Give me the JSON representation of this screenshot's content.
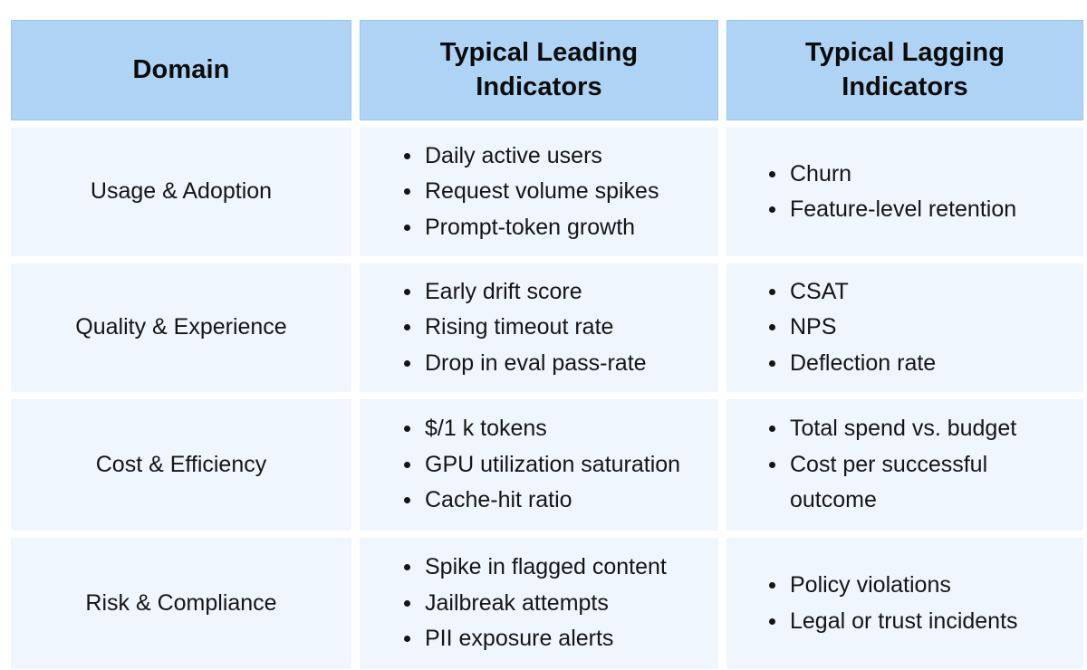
{
  "table": {
    "columns": [
      {
        "id": "domain",
        "header": "Domain"
      },
      {
        "id": "leading",
        "header_line1": "Typical Leading",
        "header_line2": "Indicators"
      },
      {
        "id": "lagging",
        "header_line1": "Typical Lagging",
        "header_line2": "Indicators"
      }
    ],
    "rows": [
      {
        "domain": "Usage & Adoption",
        "leading": [
          "Daily active users",
          "Request volume spikes",
          "Prompt-token growth"
        ],
        "lagging": [
          "Churn",
          "Feature-level retention"
        ]
      },
      {
        "domain": "Quality & Experience",
        "leading": [
          "Early drift score",
          "Rising timeout rate",
          "Drop in eval pass-rate"
        ],
        "lagging": [
          "CSAT",
          "NPS",
          "Deflection rate"
        ]
      },
      {
        "domain": "Cost & Efficiency",
        "leading": [
          "$/1 k tokens",
          "GPU utilization saturation",
          "Cache-hit ratio"
        ],
        "lagging": [
          "Total spend vs. budget",
          "Cost per successful outcome"
        ]
      },
      {
        "domain": "Risk & Compliance",
        "leading": [
          "Spike in flagged content",
          "Jailbreak attempts",
          "PII exposure alerts"
        ],
        "lagging": [
          "Policy violations",
          "Legal or trust incidents"
        ]
      }
    ]
  },
  "colors": {
    "header_background": "#AFD3F4",
    "header_border": "#9CC7EF",
    "cell_background": "#EFF6FE",
    "page_background": "#FFFFFF",
    "text": "#151515"
  }
}
